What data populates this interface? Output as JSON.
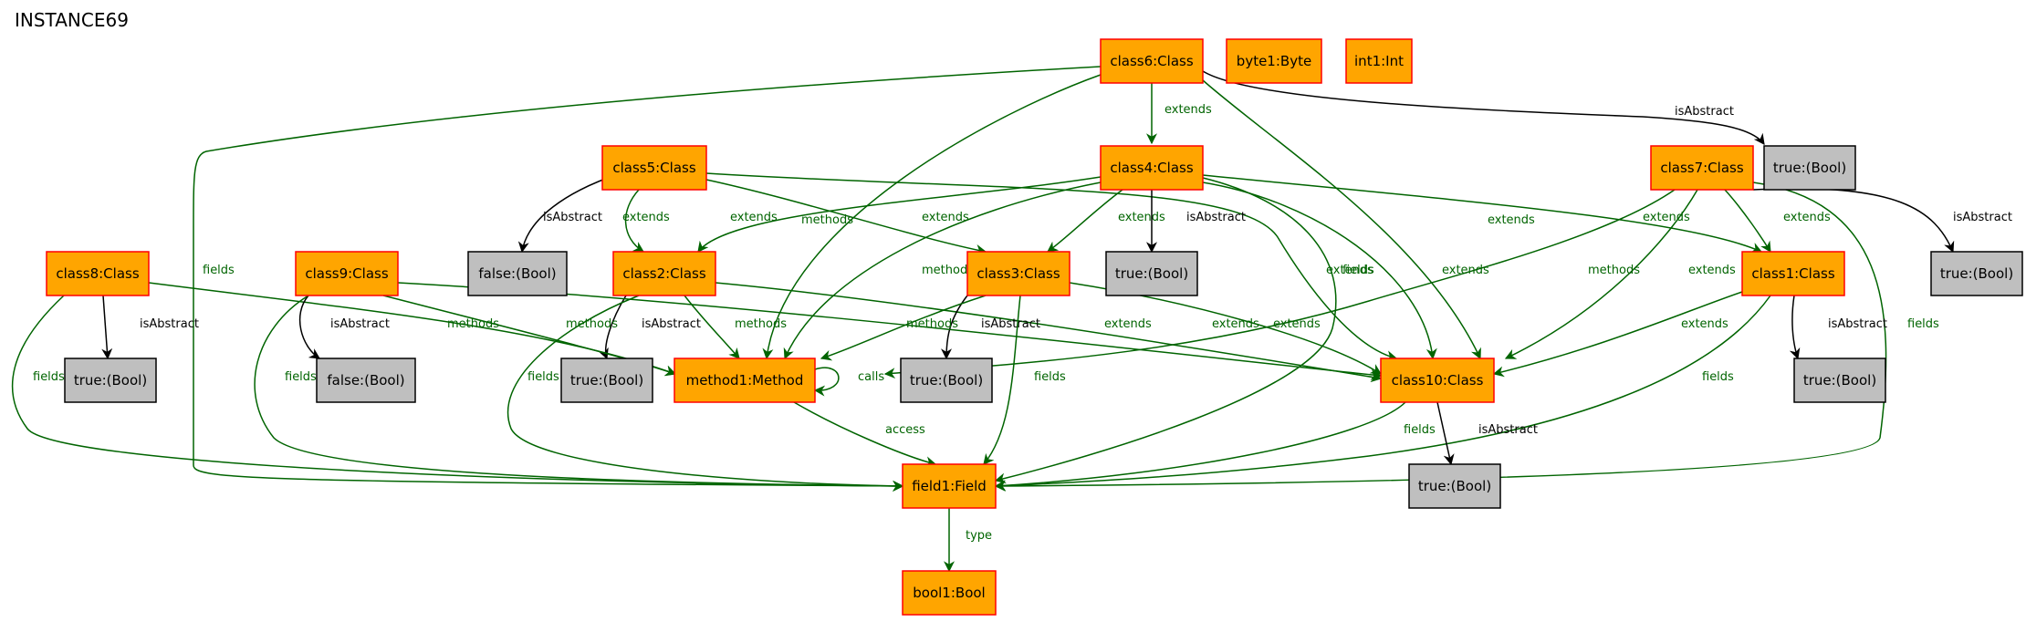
{
  "title": "INSTANCE69",
  "colors": {
    "class_fill": "#ffa500",
    "class_stroke": "#ff0000",
    "bool_fill": "#bfbfbf",
    "edge_green": "#006400",
    "edge_black": "#000000"
  },
  "nodes": [
    {
      "id": "class6",
      "label": "class6:Class",
      "kind": "class"
    },
    {
      "id": "byte1",
      "label": "byte1:Byte",
      "kind": "class"
    },
    {
      "id": "int1",
      "label": "int1:Int",
      "kind": "class"
    },
    {
      "id": "trueA",
      "label": "true:(Bool)",
      "kind": "bool"
    },
    {
      "id": "class5",
      "label": "class5:Class",
      "kind": "class"
    },
    {
      "id": "class4",
      "label": "class4:Class",
      "kind": "class"
    },
    {
      "id": "class7",
      "label": "class7:Class",
      "kind": "class"
    },
    {
      "id": "false1",
      "label": "false:(Bool)",
      "kind": "bool"
    },
    {
      "id": "class2",
      "label": "class2:Class",
      "kind": "class"
    },
    {
      "id": "class3",
      "label": "class3:Class",
      "kind": "class"
    },
    {
      "id": "trueB",
      "label": "true:(Bool)",
      "kind": "bool"
    },
    {
      "id": "trueC",
      "label": "true:(Bool)",
      "kind": "bool"
    },
    {
      "id": "class8",
      "label": "class8:Class",
      "kind": "class"
    },
    {
      "id": "class9",
      "label": "class9:Class",
      "kind": "class"
    },
    {
      "id": "class1",
      "label": "class1:Class",
      "kind": "class"
    },
    {
      "id": "trueD",
      "label": "true:(Bool)",
      "kind": "bool"
    },
    {
      "id": "false2",
      "label": "false:(Bool)",
      "kind": "bool"
    },
    {
      "id": "trueE",
      "label": "true:(Bool)",
      "kind": "bool"
    },
    {
      "id": "method1",
      "label": "method1:Method",
      "kind": "class"
    },
    {
      "id": "trueF",
      "label": "true:(Bool)",
      "kind": "bool"
    },
    {
      "id": "class10",
      "label": "class10:Class",
      "kind": "class"
    },
    {
      "id": "trueG",
      "label": "true:(Bool)",
      "kind": "bool"
    },
    {
      "id": "field1",
      "label": "field1:Field",
      "kind": "class"
    },
    {
      "id": "trueH",
      "label": "true:(Bool)",
      "kind": "bool"
    },
    {
      "id": "bool1",
      "label": "bool1:Bool",
      "kind": "class"
    }
  ],
  "edges": [
    {
      "from": "class6",
      "to": "class4",
      "label": "extends",
      "color": "green"
    },
    {
      "from": "class6",
      "to": "trueA",
      "label": "isAbstract",
      "color": "black"
    },
    {
      "from": "class6",
      "to": "method1",
      "label": "methods",
      "color": "green"
    },
    {
      "from": "class6",
      "to": "class10",
      "label": "extends",
      "color": "green"
    },
    {
      "from": "class6",
      "to": "field1",
      "label": "fields",
      "color": "green"
    },
    {
      "from": "class5",
      "to": "false1",
      "label": "isAbstract",
      "color": "black"
    },
    {
      "from": "class5",
      "to": "class2",
      "label": "extends",
      "color": "green"
    },
    {
      "from": "class5",
      "to": "class3",
      "label": "extends",
      "color": "green"
    },
    {
      "from": "class5",
      "to": "class10",
      "label": "extends",
      "color": "green"
    },
    {
      "from": "class4",
      "to": "class2",
      "label": "extends",
      "color": "green"
    },
    {
      "from": "class4",
      "to": "class3",
      "label": "extends",
      "color": "green"
    },
    {
      "from": "class4",
      "to": "trueC",
      "label": "isAbstract",
      "color": "black"
    },
    {
      "from": "class4",
      "to": "method1",
      "label": "methods",
      "color": "green"
    },
    {
      "from": "class4",
      "to": "class1",
      "label": "extends",
      "color": "green"
    },
    {
      "from": "class4",
      "to": "class10",
      "label": "extends",
      "color": "green"
    },
    {
      "from": "class4",
      "to": "field1",
      "label": "fields",
      "color": "green"
    },
    {
      "from": "class7",
      "to": "trueB",
      "label": "isAbstract",
      "color": "black"
    },
    {
      "from": "class7",
      "to": "class1",
      "label": "extends",
      "color": "green"
    },
    {
      "from": "class7",
      "to": "class10",
      "label": "extends",
      "color": "green"
    },
    {
      "from": "class7",
      "to": "method1",
      "label": "methods",
      "color": "green"
    },
    {
      "from": "class7",
      "to": "field1",
      "label": "fields",
      "color": "green"
    },
    {
      "from": "class2",
      "to": "trueE",
      "label": "isAbstract",
      "color": "black"
    },
    {
      "from": "class2",
      "to": "method1",
      "label": "methods",
      "color": "green"
    },
    {
      "from": "class2",
      "to": "class10",
      "label": "extends",
      "color": "green"
    },
    {
      "from": "class2",
      "to": "field1",
      "label": "fields",
      "color": "green"
    },
    {
      "from": "class3",
      "to": "trueF",
      "label": "isAbstract",
      "color": "black"
    },
    {
      "from": "class3",
      "to": "method1",
      "label": "methods",
      "color": "green"
    },
    {
      "from": "class3",
      "to": "class10",
      "label": "extends",
      "color": "green"
    },
    {
      "from": "class3",
      "to": "field1",
      "label": "fields",
      "color": "green"
    },
    {
      "from": "class8",
      "to": "trueD",
      "label": "isAbstract",
      "color": "black"
    },
    {
      "from": "class8",
      "to": "method1",
      "label": "methods",
      "color": "green"
    },
    {
      "from": "class8",
      "to": "field1",
      "label": "fields",
      "color": "green"
    },
    {
      "from": "class9",
      "to": "false2",
      "label": "isAbstract",
      "color": "black"
    },
    {
      "from": "class9",
      "to": "method1",
      "label": "methods",
      "color": "green"
    },
    {
      "from": "class9",
      "to": "class10",
      "label": "extends",
      "color": "green"
    },
    {
      "from": "class9",
      "to": "field1",
      "label": "fields",
      "color": "green"
    },
    {
      "from": "class1",
      "to": "trueG",
      "label": "isAbstract",
      "color": "black"
    },
    {
      "from": "class1",
      "to": "class10",
      "label": "extends",
      "color": "green"
    },
    {
      "from": "class1",
      "to": "field1",
      "label": "fields",
      "color": "green"
    },
    {
      "from": "method1",
      "to": "method1",
      "label": "calls",
      "color": "green"
    },
    {
      "from": "method1",
      "to": "field1",
      "label": "access",
      "color": "green"
    },
    {
      "from": "class10",
      "to": "trueH",
      "label": "isAbstract",
      "color": "black"
    },
    {
      "from": "class10",
      "to": "field1",
      "label": "fields",
      "color": "green"
    },
    {
      "from": "field1",
      "to": "bool1",
      "label": "type",
      "color": "green"
    }
  ]
}
